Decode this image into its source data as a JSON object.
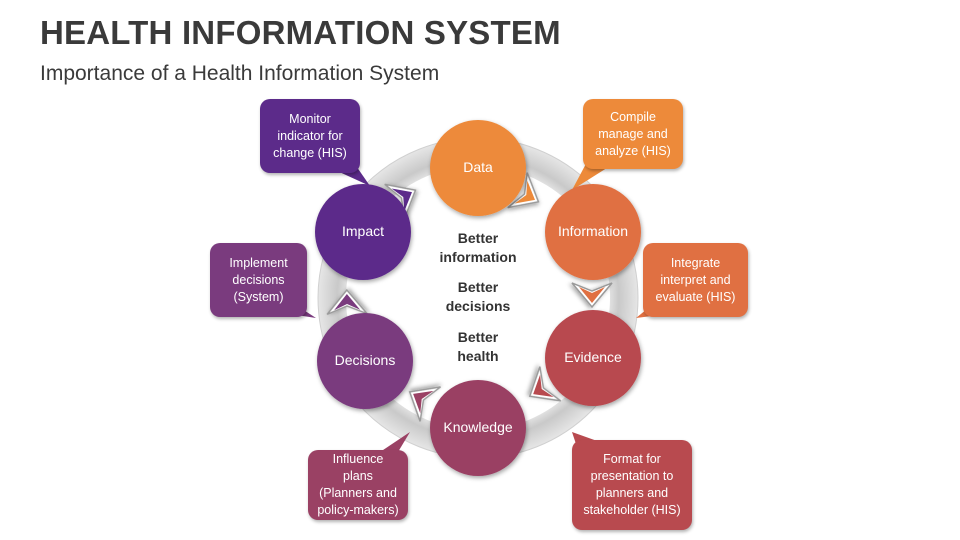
{
  "header": {
    "title": "HEALTH INFORMATION SYSTEM",
    "subtitle": "Importance of a Health Information System"
  },
  "cycle": {
    "nodes": [
      {
        "id": "data",
        "label": "Data",
        "color": "#ed8a3a"
      },
      {
        "id": "information",
        "label": "Information",
        "color": "#e07042"
      },
      {
        "id": "evidence",
        "label": "Evidence",
        "color": "#b84a4f"
      },
      {
        "id": "knowledge",
        "label": "Knowledge",
        "color": "#9a4164"
      },
      {
        "id": "decisions",
        "label": "Decisions",
        "color": "#7a3b7e"
      },
      {
        "id": "impact",
        "label": "Impact",
        "color": "#5c2b8a"
      }
    ],
    "center": [
      {
        "lines": [
          "Better",
          "information"
        ]
      },
      {
        "lines": [
          "Better",
          "decisions"
        ]
      },
      {
        "lines": [
          "Better",
          "health"
        ]
      }
    ]
  },
  "callouts": [
    {
      "id": "compile",
      "lines": [
        "Compile",
        "manage and",
        "analyze (HIS)"
      ],
      "color": "#ed8a3a"
    },
    {
      "id": "integrate",
      "lines": [
        "Integrate",
        "interpret and",
        "evaluate (HIS)"
      ],
      "color": "#e07042"
    },
    {
      "id": "format",
      "lines": [
        "Format for",
        "presentation to",
        "planners and",
        "stakeholder (HIS)"
      ],
      "color": "#b84a4f"
    },
    {
      "id": "influence",
      "lines": [
        "Influence plans",
        "(Planners and",
        "policy-makers)"
      ],
      "color": "#9a4164"
    },
    {
      "id": "implement",
      "lines": [
        "Implement",
        "decisions",
        "(System)"
      ],
      "color": "#7a3b7e"
    },
    {
      "id": "monitor",
      "lines": [
        "Monitor",
        "indicator for",
        "change (HIS)"
      ],
      "color": "#5c2b8a"
    }
  ]
}
